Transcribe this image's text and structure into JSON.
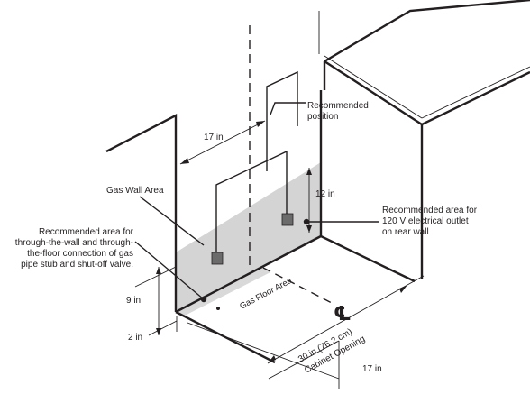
{
  "labels": {
    "recommended_position": [
      "Recommended",
      "position"
    ],
    "dim_17_top": "17 in",
    "gas_wall_area": "Gas Wall Area",
    "dim_12": "12 in",
    "outlet_note": [
      "Recommended area for",
      "120 V electrical outlet",
      "on rear wall"
    ],
    "pipe_note": [
      "Recommended area for",
      "through-the-wall and through-",
      "the-floor connection of gas",
      "pipe stub and shut-off valve."
    ],
    "gas_floor_area": "Gas Floor Area",
    "centerline": "℄",
    "dim_9": "9 in",
    "dim_2": "2 in",
    "cabinet_opening": [
      "30 in (76.2 cm)",
      "Cabinet Opening"
    ],
    "dim_17_bottom": "17 in"
  },
  "colors": {
    "line": "#231f20",
    "shade": "#d4d4d4",
    "shade_dark": "#bdbdbd",
    "box": "#6b6b6b"
  }
}
